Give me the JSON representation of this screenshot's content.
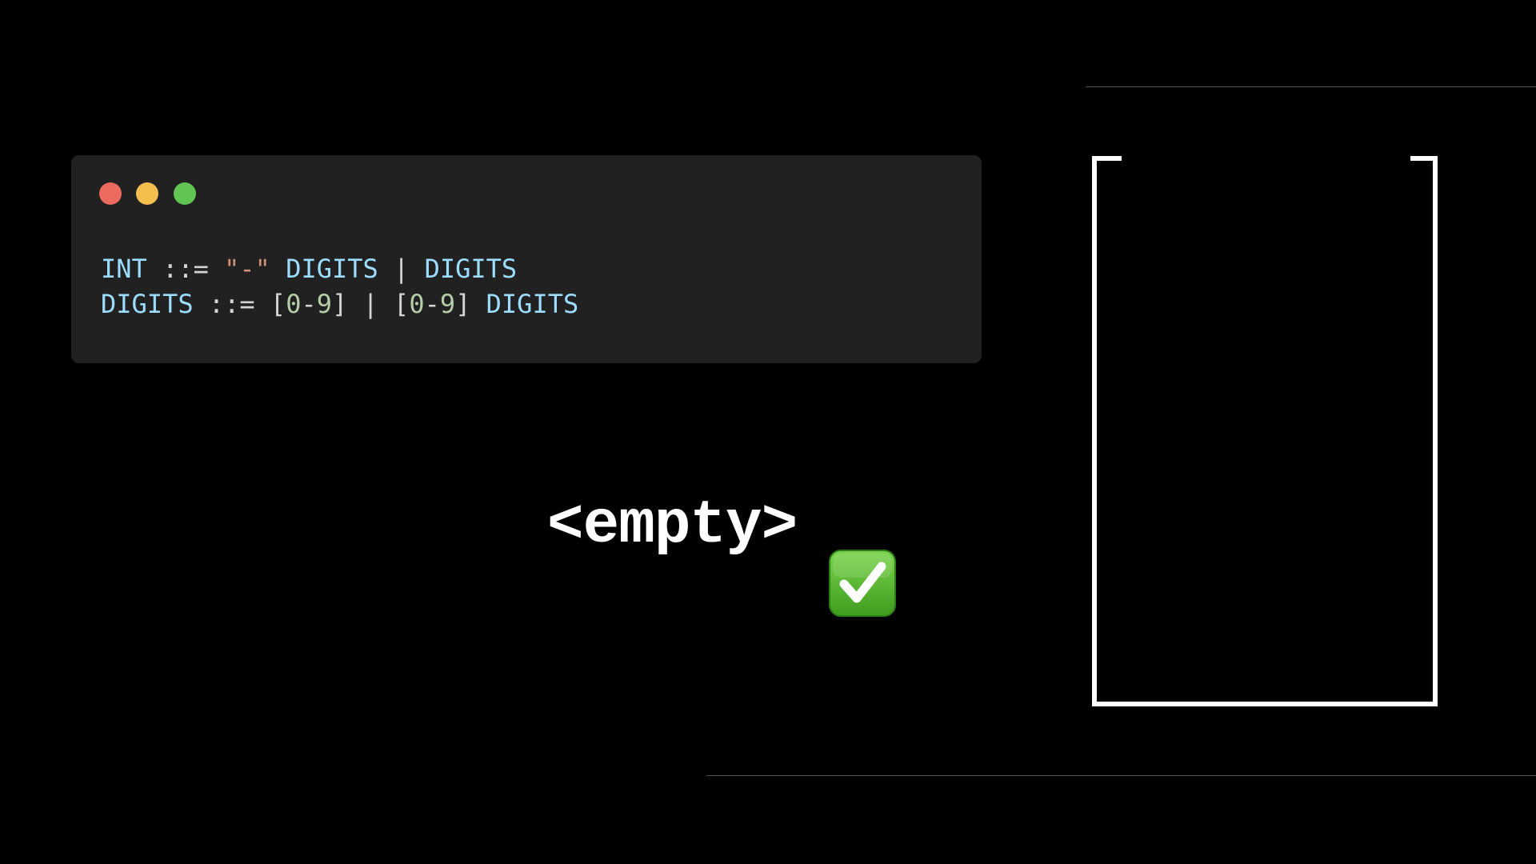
{
  "colors": {
    "background": "#000000",
    "code_window": "#212121",
    "identifier": "#9cdcfe",
    "operator": "#d4d4d4",
    "string": "#ce9178",
    "number": "#b5cea8",
    "bracket": "#d4d4d4",
    "traffic_red": "#ec6a5e",
    "traffic_yellow": "#f4be4f",
    "traffic_green": "#61c554",
    "frame": "#ffffff",
    "divider": "#555555"
  },
  "code_window": {
    "lines": [
      {
        "tokens": [
          {
            "text": "INT",
            "kind": "identifier"
          },
          {
            "text": " ::= ",
            "kind": "operator"
          },
          {
            "text": "\"-\"",
            "kind": "string"
          },
          {
            "text": " ",
            "kind": "operator"
          },
          {
            "text": "DIGITS",
            "kind": "identifier"
          },
          {
            "text": " | ",
            "kind": "operator"
          },
          {
            "text": "DIGITS",
            "kind": "identifier"
          }
        ]
      },
      {
        "tokens": [
          {
            "text": "DIGITS",
            "kind": "identifier"
          },
          {
            "text": " ::= ",
            "kind": "operator"
          },
          {
            "text": "[",
            "kind": "bracket"
          },
          {
            "text": "0",
            "kind": "number"
          },
          {
            "text": "-",
            "kind": "operator"
          },
          {
            "text": "9",
            "kind": "number"
          },
          {
            "text": "]",
            "kind": "bracket"
          },
          {
            "text": " | ",
            "kind": "operator"
          },
          {
            "text": "[",
            "kind": "bracket"
          },
          {
            "text": "0",
            "kind": "number"
          },
          {
            "text": "-",
            "kind": "operator"
          },
          {
            "text": "9",
            "kind": "number"
          },
          {
            "text": "]",
            "kind": "bracket"
          },
          {
            "text": " ",
            "kind": "operator"
          },
          {
            "text": "DIGITS",
            "kind": "identifier"
          }
        ]
      }
    ]
  },
  "input_label": "<empty>",
  "status_icon": "check-mark-button-icon"
}
